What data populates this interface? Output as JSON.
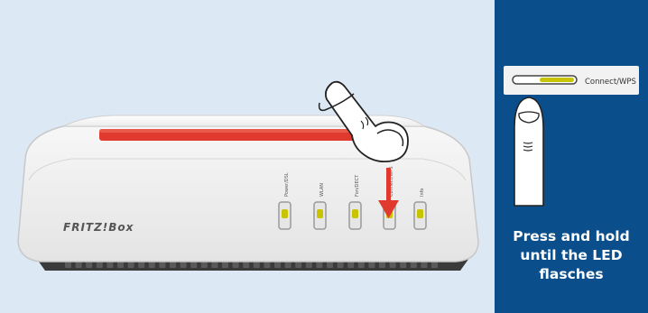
{
  "router": {
    "brand": "FRITZ!Box",
    "leds": [
      {
        "label": "Power/DSL",
        "lit": true
      },
      {
        "label": "WLAN",
        "lit": true
      },
      {
        "label": "Fon/DECT",
        "lit": true
      },
      {
        "label": "Connect/WPS",
        "lit": true
      },
      {
        "label": "Info",
        "lit": true
      }
    ]
  },
  "detail": {
    "button_label": "Connect/WPS"
  },
  "instruction": {
    "line1": "Press and hold",
    "line2": "until the LED",
    "line3": "flasches"
  },
  "colors": {
    "panel_background": "#0a4e8c",
    "accent_red": "#e03a2f",
    "led_yellow": "#c9c400",
    "left_background": "#dce8f3"
  }
}
